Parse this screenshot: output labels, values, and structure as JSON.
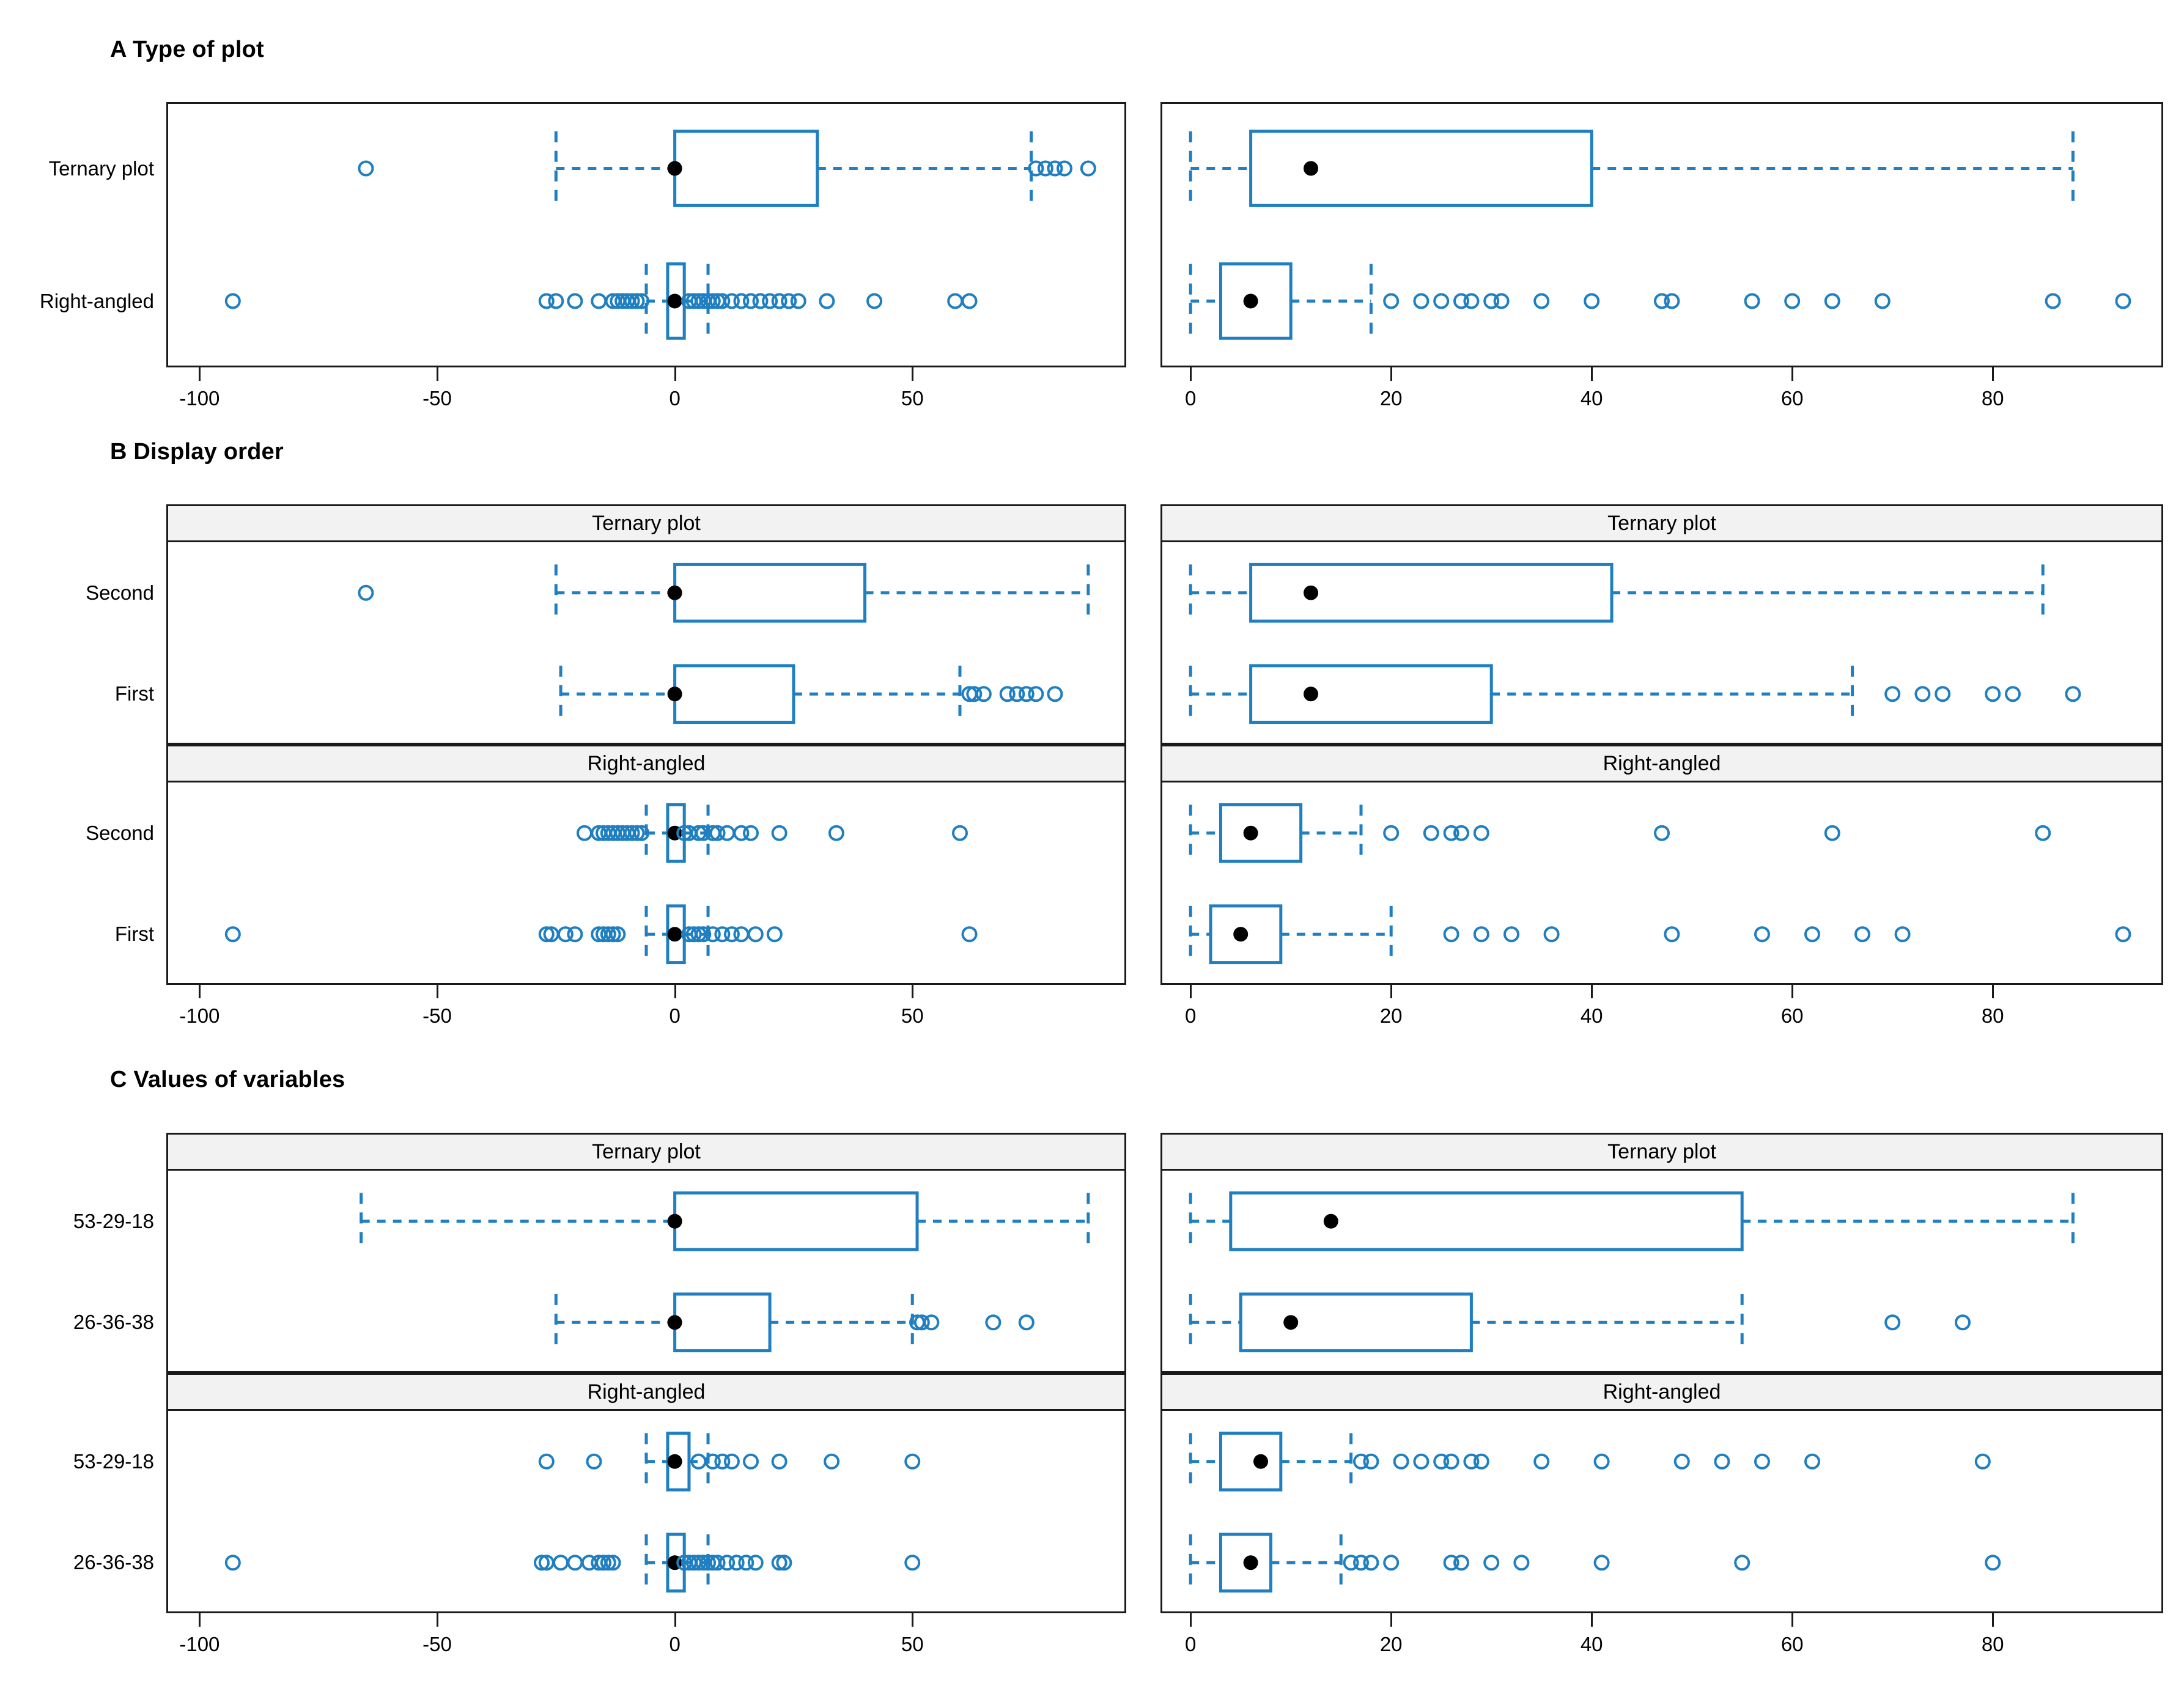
{
  "figure": {
    "panels": [
      {
        "key": "A",
        "heading": "A Type of plot"
      },
      {
        "key": "B",
        "heading": "B Display order"
      },
      {
        "key": "C",
        "heading": "C Values of variables"
      }
    ],
    "facet_strip_labels": [
      "Ternary plot",
      "Right-angled"
    ],
    "colors": {
      "box": "#1f7fc0",
      "outlier": "#1f7fc0",
      "mean": "#000000",
      "frame": "#1a1a1a",
      "strip_fill": "#f2f2f2"
    }
  },
  "chart_data": [
    {
      "id": "A-left",
      "type": "boxplot",
      "panel": "A",
      "column": "left",
      "orientation": "horizontal",
      "title": "A Type of plot",
      "xlabel": "",
      "ylabel": "",
      "xlim": [
        -107,
        95
      ],
      "xticks": [
        -100,
        -50,
        0,
        50
      ],
      "xticklabels": [
        "-100",
        "-50",
        "0",
        "50"
      ],
      "grid": false,
      "facet": null,
      "groups": [
        {
          "label": "Ternary plot",
          "min": -25,
          "q1": 0,
          "median": 0,
          "q3": 30,
          "max": 75,
          "mean": 0,
          "outliers": [
            -65,
            76,
            78,
            80,
            82,
            87
          ]
        },
        {
          "label": "Right-angled",
          "min": -6,
          "q1": -1.5,
          "median": 0,
          "q3": 2,
          "max": 7,
          "mean": 0,
          "outliers": [
            -93,
            -27,
            -25,
            -21,
            -16,
            -13,
            -12,
            -11,
            -10,
            -9,
            -8,
            -8,
            -7,
            3,
            4,
            5,
            6,
            7,
            8,
            9,
            10,
            12,
            14,
            16,
            18,
            20,
            22,
            24,
            26,
            32,
            42,
            59,
            62
          ]
        }
      ]
    },
    {
      "id": "A-right",
      "type": "boxplot",
      "panel": "A",
      "column": "right",
      "orientation": "horizontal",
      "title": "A Type of plot",
      "xlabel": "",
      "ylabel": "",
      "xlim": [
        -3,
        97
      ],
      "xticks": [
        0,
        20,
        40,
        60,
        80
      ],
      "xticklabels": [
        "0",
        "20",
        "40",
        "60",
        "80"
      ],
      "grid": false,
      "facet": null,
      "groups": [
        {
          "label": "Ternary plot",
          "min": 0,
          "q1": 6,
          "median": 40,
          "q3": 40,
          "max": 88,
          "mean": 12,
          "outliers": []
        },
        {
          "label": "Right-angled",
          "min": 0,
          "q1": 3,
          "median": 10,
          "q3": 10,
          "max": 18,
          "mean": 6,
          "outliers": [
            20,
            23,
            25,
            27,
            28,
            30,
            31,
            35,
            40,
            47,
            48,
            56,
            60,
            64,
            69,
            86,
            93
          ]
        }
      ]
    },
    {
      "id": "B-left",
      "type": "boxplot",
      "panel": "B",
      "column": "left",
      "orientation": "horizontal",
      "title": "B Display order",
      "xlabel": "",
      "ylabel": "",
      "xlim": [
        -107,
        95
      ],
      "xticks": [
        -100,
        -50,
        0,
        50
      ],
      "xticklabels": [
        "-100",
        "-50",
        "0",
        "50"
      ],
      "grid": false,
      "facets": [
        {
          "strip": "Ternary plot",
          "groups": [
            {
              "label": "Second",
              "min": -25,
              "q1": 0,
              "median": 0,
              "q3": 40,
              "max": 87,
              "mean": 0,
              "outliers": [
                -65
              ]
            },
            {
              "label": "First",
              "min": -24,
              "q1": 0,
              "median": 0,
              "q3": 25,
              "max": 60,
              "mean": 0,
              "outliers": [
                62,
                63,
                65,
                70,
                72,
                74,
                76,
                80
              ]
            }
          ]
        },
        {
          "strip": "Right-angled",
          "groups": [
            {
              "label": "Second",
              "min": -6,
              "q1": -1.5,
              "median": 0,
              "q3": 2,
              "max": 7,
              "mean": 0,
              "outliers": [
                -19,
                -16,
                -15,
                -14,
                -13,
                -12,
                -11,
                -10,
                -9,
                -8,
                -7,
                2,
                3,
                5,
                6,
                8,
                9,
                11,
                14,
                16,
                22,
                34,
                60
              ]
            },
            {
              "label": "First",
              "min": -6,
              "q1": -1.5,
              "median": 0,
              "q3": 2,
              "max": 7,
              "mean": 0,
              "outliers": [
                -93,
                -27,
                -26,
                -23,
                -21,
                -16,
                -15,
                -14,
                -13,
                -12,
                3,
                4,
                5,
                6,
                8,
                10,
                12,
                14,
                17,
                21,
                62
              ]
            }
          ]
        }
      ]
    },
    {
      "id": "B-right",
      "type": "boxplot",
      "panel": "B",
      "column": "right",
      "orientation": "horizontal",
      "title": "B Display order",
      "xlabel": "",
      "ylabel": "",
      "xlim": [
        -3,
        97
      ],
      "xticks": [
        0,
        20,
        40,
        60,
        80
      ],
      "xticklabels": [
        "0",
        "20",
        "40",
        "60",
        "80"
      ],
      "grid": false,
      "facets": [
        {
          "strip": "Ternary plot",
          "groups": [
            {
              "label": "Second",
              "min": 0,
              "q1": 6,
              "median": 42,
              "q3": 42,
              "max": 85,
              "mean": 12,
              "outliers": []
            },
            {
              "label": "First",
              "min": 0,
              "q1": 6,
              "median": 30,
              "q3": 30,
              "max": 66,
              "mean": 12,
              "outliers": [
                70,
                73,
                75,
                80,
                82,
                88
              ]
            }
          ]
        },
        {
          "strip": "Right-angled",
          "groups": [
            {
              "label": "Second",
              "min": 0,
              "q1": 3,
              "median": 11,
              "q3": 11,
              "max": 17,
              "mean": 6,
              "outliers": [
                20,
                24,
                26,
                27,
                29,
                47,
                64,
                85
              ]
            },
            {
              "label": "First",
              "min": 0,
              "q1": 2,
              "median": 9,
              "q3": 9,
              "max": 20,
              "mean": 5,
              "outliers": [
                26,
                29,
                32,
                36,
                48,
                57,
                62,
                67,
                71,
                93
              ]
            }
          ]
        }
      ]
    },
    {
      "id": "C-left",
      "type": "boxplot",
      "panel": "C",
      "column": "left",
      "orientation": "horizontal",
      "title": "C Values of variables",
      "xlabel": "",
      "ylabel": "",
      "xlim": [
        -107,
        95
      ],
      "xticks": [
        -100,
        -50,
        0,
        50
      ],
      "xticklabels": [
        "-100",
        "-50",
        "0",
        "50"
      ],
      "grid": false,
      "facets": [
        {
          "strip": "Ternary plot",
          "groups": [
            {
              "label": "53-29-18",
              "min": -66,
              "q1": 0,
              "median": 0,
              "q3": 51,
              "max": 87,
              "mean": 0,
              "outliers": []
            },
            {
              "label": "26-36-38",
              "min": -25,
              "q1": 0,
              "median": 0,
              "q3": 20,
              "max": 50,
              "mean": 0,
              "outliers": [
                51,
                52,
                54,
                67,
                74
              ]
            }
          ]
        },
        {
          "strip": "Right-angled",
          "groups": [
            {
              "label": "53-29-18",
              "min": -6,
              "q1": -1.5,
              "median": 0,
              "q3": 3,
              "max": 7,
              "mean": 0,
              "outliers": [
                -27,
                -17,
                5,
                8,
                10,
                12,
                16,
                22,
                33,
                50
              ]
            },
            {
              "label": "26-36-38",
              "min": -6,
              "q1": -1.5,
              "median": 0,
              "q3": 2,
              "max": 7,
              "mean": 0,
              "outliers": [
                -93,
                -28,
                -27,
                -24,
                -21,
                -18,
                -16,
                -15,
                -14,
                -13,
                2,
                3,
                4,
                5,
                6,
                7,
                8,
                9,
                11,
                13,
                15,
                17,
                22,
                23,
                50
              ]
            }
          ]
        }
      ]
    },
    {
      "id": "C-right",
      "type": "boxplot",
      "panel": "C",
      "column": "right",
      "orientation": "horizontal",
      "title": "C Values of variables",
      "xlabel": "",
      "ylabel": "",
      "xlim": [
        -3,
        97
      ],
      "xticks": [
        0,
        20,
        40,
        60,
        80
      ],
      "xticklabels": [
        "0",
        "20",
        "40",
        "60",
        "80"
      ],
      "grid": false,
      "facets": [
        {
          "strip": "Ternary plot",
          "groups": [
            {
              "label": "53-29-18",
              "min": 0,
              "q1": 4,
              "median": 55,
              "q3": 55,
              "max": 88,
              "mean": 14,
              "outliers": []
            },
            {
              "label": "26-36-38",
              "min": 0,
              "q1": 5,
              "median": 28,
              "q3": 28,
              "max": 55,
              "mean": 10,
              "outliers": [
                70,
                77
              ]
            }
          ]
        },
        {
          "strip": "Right-angled",
          "groups": [
            {
              "label": "53-29-18",
              "min": 0,
              "q1": 3,
              "median": 9,
              "q3": 9,
              "max": 16,
              "mean": 7,
              "outliers": [
                17,
                18,
                21,
                23,
                25,
                26,
                28,
                29,
                35,
                41,
                49,
                53,
                57,
                62,
                79
              ]
            },
            {
              "label": "26-36-38",
              "min": 0,
              "q1": 3,
              "median": 8,
              "q3": 8,
              "max": 15,
              "mean": 6,
              "outliers": [
                16,
                17,
                18,
                20,
                26,
                27,
                30,
                33,
                41,
                55,
                80
              ]
            }
          ]
        }
      ]
    }
  ]
}
